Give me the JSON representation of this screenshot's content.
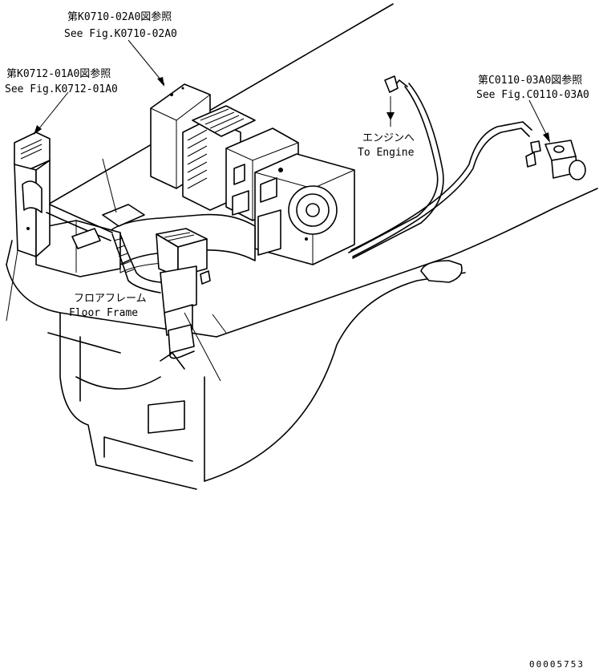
{
  "callouts": {
    "fig_k0710": {
      "jp": "第K0710-02A0図参照",
      "en": "See Fig.K0710-02A0"
    },
    "fig_k0712": {
      "jp": "第K0712-01A0図参照",
      "en": "See Fig.K0712-01A0"
    },
    "fig_c0110": {
      "jp": "第C0110-03A0図参照",
      "en": "See Fig.C0110-03A0"
    },
    "engine": {
      "jp": "エンジンへ",
      "en": "To Engine"
    },
    "floor_frame": {
      "jp": "フロアフレーム",
      "en": "Floor Frame"
    }
  },
  "drawing_number": "00005753"
}
